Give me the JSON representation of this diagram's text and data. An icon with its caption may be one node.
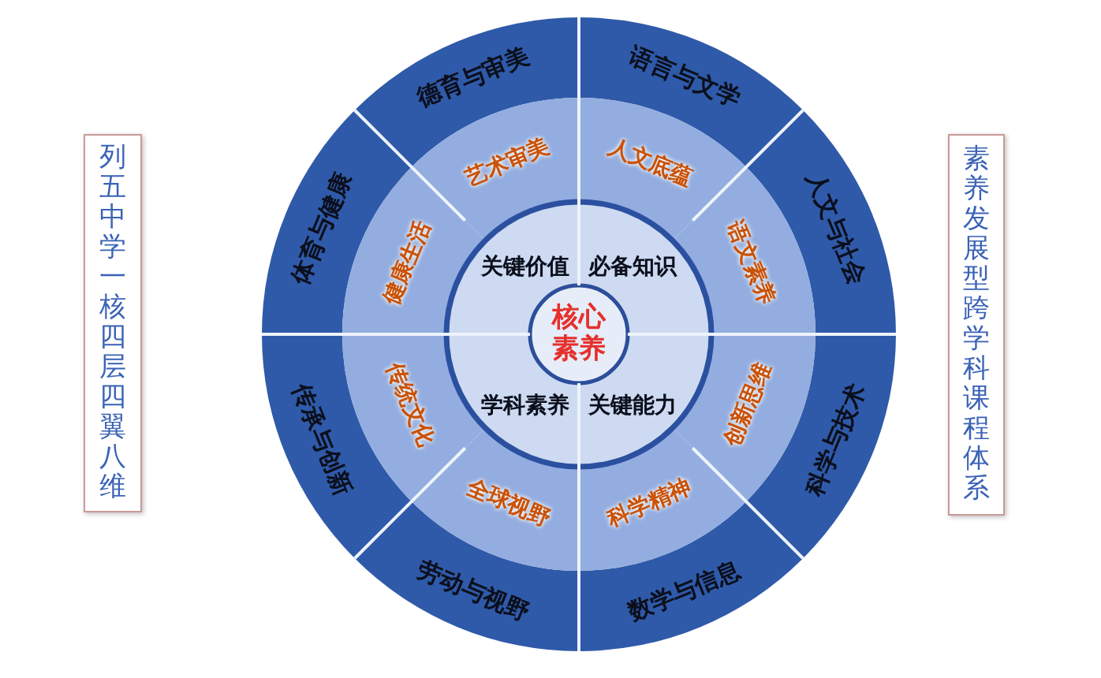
{
  "diagram": {
    "nodes": [
      {
        "text": [
          "列五中学一核四层四翼八维"
        ]
      },
      {
        "text": [
          "德育与审美"
        ]
      },
      {
        "text": [
          "语言与文学"
        ]
      },
      {
        "text": [
          "人文与社会"
        ]
      },
      {
        "text": [
          "科学与技术"
        ]
      },
      {
        "text": [
          "数学与信息"
        ]
      },
      {
        "text": [
          "劳动与视野"
        ]
      },
      {
        "text": [
          "传承与创新"
        ]
      },
      {
        "text": [
          "体育与健康"
        ]
      },
      {
        "text": [
          "艺术审美"
        ]
      },
      {
        "text": [
          "人文底蕴"
        ]
      },
      {
        "text": [
          "语文素养"
        ]
      },
      {
        "text": [
          "创新思维"
        ]
      },
      {
        "text": [
          "科学精神"
        ]
      },
      {
        "text": [
          "全球视野"
        ]
      },
      {
        "text": [
          "传统文化"
        ]
      },
      {
        "text": [
          "健康生活"
        ]
      },
      {
        "text": [
          "关键价值"
        ]
      },
      {
        "text": [
          "必备知识"
        ]
      },
      {
        "text": [
          "关键能力"
        ]
      },
      {
        "text": [
          "学科素养"
        ]
      },
      {
        "text": [
          "核心素养"
        ]
      },
      {
        "text": [
          "素养发展型跨学科课程体系"
        ]
      }
    ]
  }
}
